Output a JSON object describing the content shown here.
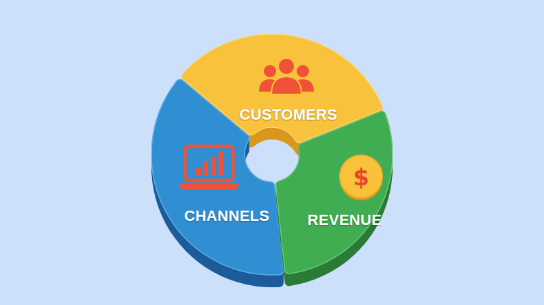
{
  "diagram": {
    "nodes": [
      {
        "text": [
          "CUSTOMERS"
        ]
      },
      {
        "text": [
          "CHANNELS"
        ]
      },
      {
        "text": [
          "REVENUE"
        ]
      }
    ],
    "labels": [
      "$"
    ]
  }
}
